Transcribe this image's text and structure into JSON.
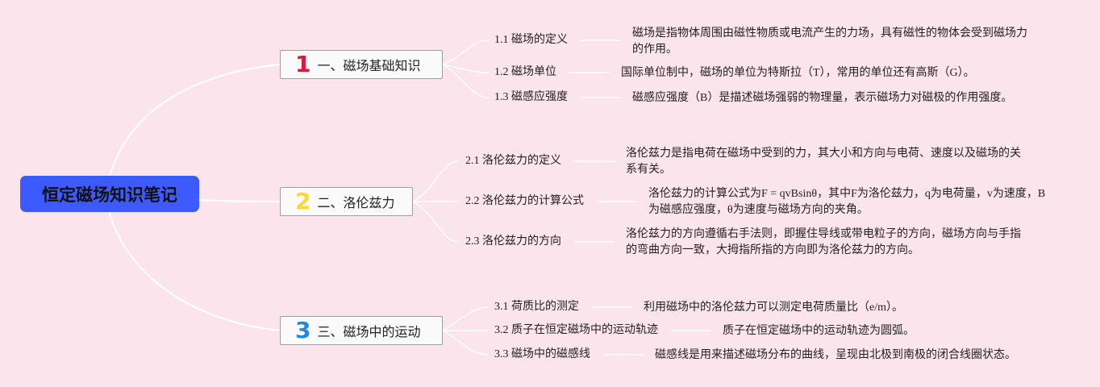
{
  "root": {
    "title": "恒定磁场知识笔记",
    "color": "#3d5afe"
  },
  "branches": [
    {
      "number": "1",
      "number_color": "#d81b3c",
      "title": "一、磁场基础知识",
      "subtopics": [
        {
          "label": "1.1 磁场的定义",
          "text": "磁场是指物体周围由磁性物质或电流产生的力场，具有磁性的物体会受到磁场力的作用。"
        },
        {
          "label": "1.2 磁场单位",
          "text": "国际单位制中，磁场的单位为特斯拉（T），常用的单位还有高斯（G）。"
        },
        {
          "label": "1.3 磁感应强度",
          "text": "磁感应强度（B）是描述磁场强弱的物理量，表示磁场力对磁极的作用强度。"
        }
      ]
    },
    {
      "number": "2",
      "number_color": "#fdd835",
      "title": "二、洛伦兹力",
      "subtopics": [
        {
          "label": "2.1 洛伦兹力的定义",
          "text": "洛伦兹力是指电荷在磁场中受到的力，其大小和方向与电荷、速度以及磁场的关系有关。"
        },
        {
          "label": "2.2 洛伦兹力的计算公式",
          "text": "洛伦兹力的计算公式为F = qvBsinθ，其中F为洛伦兹力，q为电荷量，v为速度，B为磁感应强度，θ为速度与磁场方向的夹角。"
        },
        {
          "label": "2.3 洛伦兹力的方向",
          "text": "洛伦兹力的方向遵循右手法则，即握住导线或带电粒子的方向，磁场方向与手指的弯曲方向一致，大拇指所指的方向即为洛伦兹力的方向。"
        }
      ]
    },
    {
      "number": "3",
      "number_color": "#1e88e5",
      "title": "三、磁场中的运动",
      "subtopics": [
        {
          "label": "3.1 荷质比的测定",
          "text": "利用磁场中的洛伦兹力可以测定电荷质量比（e/m）。"
        },
        {
          "label": "3.2 质子在恒定磁场中的运动轨迹",
          "text": "质子在恒定磁场中的运动轨迹为圆弧。"
        },
        {
          "label": "3.3 磁场中的磁感线",
          "text": "磁感线是用来描述磁场分布的曲线，呈现由北极到南极的闭合线圈状态。"
        }
      ]
    }
  ]
}
